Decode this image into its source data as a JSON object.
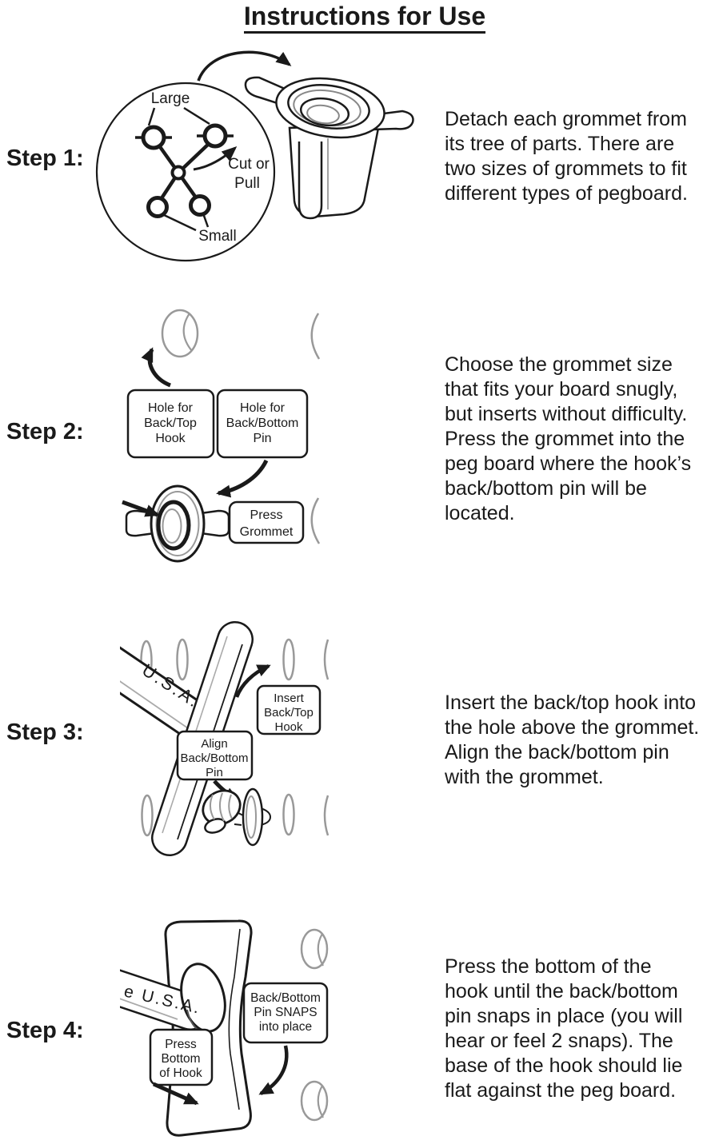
{
  "title": "Instructions for Use",
  "steps": [
    {
      "label": "Step 1:",
      "text_lines": [
        "Detach each grommet from",
        "its tree of parts. There are",
        "two sizes of grommets to fit",
        "different types of pegboard."
      ],
      "figure": {
        "large_label": "Large",
        "small_label": "Small",
        "cut_label": "Cut or",
        "pull_label": "Pull"
      }
    },
    {
      "label": "Step 2:",
      "text_lines": [
        "Choose the grommet size",
        "that fits your board snugly,",
        "but inserts without difficulty.",
        "Press the grommet into the",
        "peg board where the hook’s",
        "back/bottom pin will be",
        "located."
      ],
      "figure": {
        "box1": [
          "Hole for",
          "Back/Top",
          "Hook"
        ],
        "box2": [
          "Hole for",
          "Back/Bottom",
          "Pin"
        ],
        "box3": [
          "Press",
          "Grommet"
        ]
      }
    },
    {
      "label": "Step 3:",
      "text_lines": [
        "Insert the back/top hook into",
        "the hole above the grommet.",
        "Align the back/bottom pin",
        "with the grommet."
      ],
      "figure": {
        "usa_label": "U.S.A.",
        "box1": [
          "Insert",
          "Back/Top",
          "Hook"
        ],
        "box2": [
          "Align",
          "Back/Bottom",
          "Pin"
        ]
      }
    },
    {
      "label": "Step 4:",
      "text_lines": [
        "Press the bottom of the",
        "hook until the back/bottom",
        "pin snaps in place (you will",
        "hear or feel 2 snaps). The",
        "base of the hook should lie",
        "flat against the peg board."
      ],
      "figure": {
        "usa_label": "e U.S.A.",
        "box1": [
          "Back/Bottom",
          "Pin SNAPS",
          "into place"
        ],
        "box2": [
          "Press",
          "Bottom",
          "of Hook"
        ]
      }
    }
  ],
  "colors": {
    "ink": "#1a1a1a",
    "gray": "#999999"
  }
}
